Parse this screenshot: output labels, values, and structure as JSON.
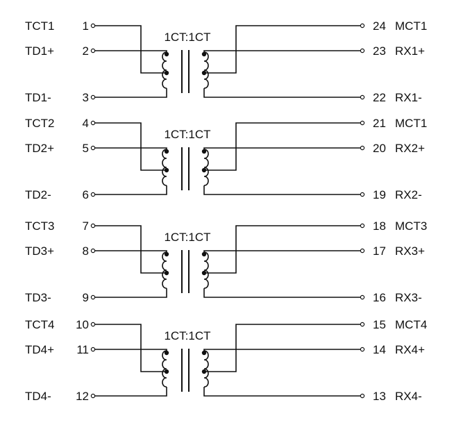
{
  "channels": [
    {
      "ratio": "1CT:1CT",
      "left": [
        {
          "name": "TCT1",
          "pin": "1"
        },
        {
          "name": "TD1+",
          "pin": "2"
        },
        {
          "name": "TD1-",
          "pin": "3"
        }
      ],
      "right": [
        {
          "name": "MCT1",
          "pin": "24"
        },
        {
          "name": "RX1+",
          "pin": "23"
        },
        {
          "name": "RX1-",
          "pin": "22"
        }
      ]
    },
    {
      "ratio": "1CT:1CT",
      "left": [
        {
          "name": "TCT2",
          "pin": "4"
        },
        {
          "name": "TD2+",
          "pin": "5"
        },
        {
          "name": "TD2-",
          "pin": "6"
        }
      ],
      "right": [
        {
          "name": "MCT1",
          "pin": "21"
        },
        {
          "name": "RX2+",
          "pin": "20"
        },
        {
          "name": "RX2-",
          "pin": "19"
        }
      ]
    },
    {
      "ratio": "1CT:1CT",
      "left": [
        {
          "name": "TCT3",
          "pin": "7"
        },
        {
          "name": "TD3+",
          "pin": "8"
        },
        {
          "name": "TD3-",
          "pin": "9"
        }
      ],
      "right": [
        {
          "name": "MCT3",
          "pin": "18"
        },
        {
          "name": "RX3+",
          "pin": "17"
        },
        {
          "name": "RX3-",
          "pin": "16"
        }
      ]
    },
    {
      "ratio": "1CT:1CT",
      "left": [
        {
          "name": "TCT4",
          "pin": "10"
        },
        {
          "name": "TD4+",
          "pin": "11"
        },
        {
          "name": "TD4-",
          "pin": "12"
        }
      ],
      "right": [
        {
          "name": "MCT4",
          "pin": "15"
        },
        {
          "name": "RX4+",
          "pin": "14"
        },
        {
          "name": "RX4-",
          "pin": "13"
        }
      ]
    }
  ]
}
